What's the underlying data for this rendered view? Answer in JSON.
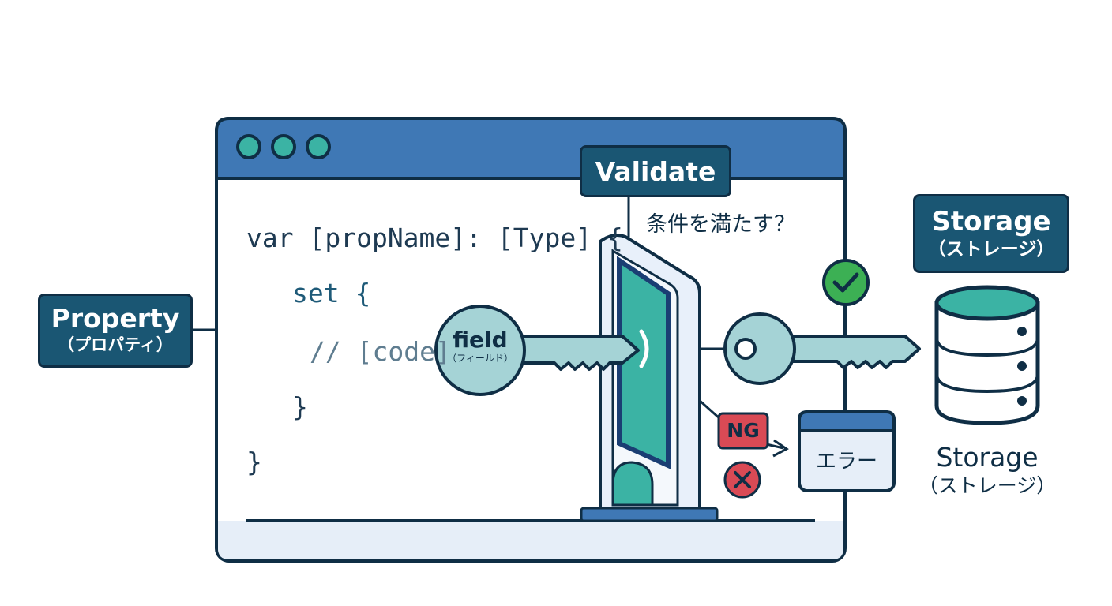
{
  "labels": {
    "property": {
      "main": "Property",
      "sub": "（プロパティ）"
    },
    "validate": "Validate",
    "condition": "条件を満たす？",
    "storage_box": {
      "main": "Storage",
      "sub": "（ストレージ）"
    },
    "storage_caption": {
      "main": "Storage",
      "sub": "（ストレージ）"
    },
    "field": {
      "main": "field",
      "sub": "（フィールド）"
    },
    "ng": "NG",
    "error": "エラー"
  },
  "code": {
    "line1_kw": "var",
    "line1_rest": " [propName]: [Type] {",
    "line2": "set {",
    "line3": "// [code]",
    "line4": "}",
    "line5": "}"
  },
  "icons": [
    "window-dots-icon",
    "gate-icon",
    "key-icon",
    "check-icon",
    "cross-icon",
    "database-icon",
    "arrow-icon"
  ],
  "colors": {
    "navy": "#1a5673",
    "outline": "#0f2e45",
    "window_bar": "#3f78b5",
    "teal": "#3bb3a4",
    "key_fill": "#a5d3d6",
    "check_green": "#3cb054",
    "ng_red": "#d94a55"
  }
}
